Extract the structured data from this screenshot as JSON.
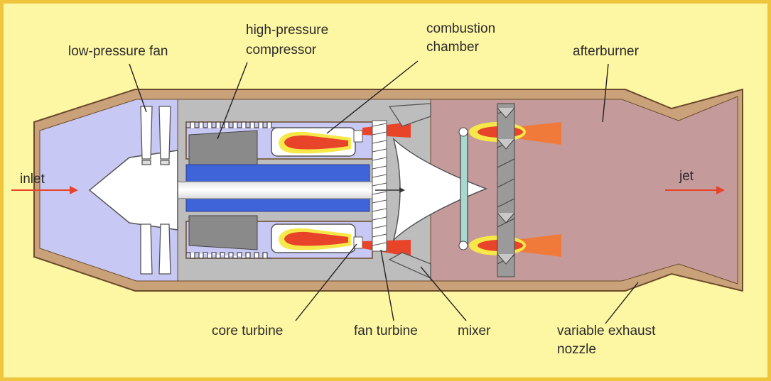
{
  "labels": {
    "low_pressure_fan": "low-pressure fan",
    "hp_compressor_line1": "high-pressure",
    "hp_compressor_line2": "compressor",
    "combustion_line1": "combustion",
    "combustion_line2": "chamber",
    "afterburner": "afterburner",
    "inlet": "inlet",
    "jet": "jet",
    "core_turbine": "core turbine",
    "fan_turbine": "fan turbine",
    "mixer": "mixer",
    "nozzle_line1": "variable exhaust",
    "nozzle_line2": "nozzle"
  },
  "colors": {
    "background": "#fdf6a3",
    "border": "#efc53e",
    "casing": "#c9a27a",
    "casing_outline": "#6b4a2b",
    "inlet_air": "#c8c8f4",
    "core_grey": "#bdbdbd",
    "exhaust": "#c49a9a",
    "shaft_blue": "#3f63d8",
    "flame_red": "#e8442a",
    "flame_yellow": "#f7e84a",
    "arrow_red": "#e8442a"
  }
}
